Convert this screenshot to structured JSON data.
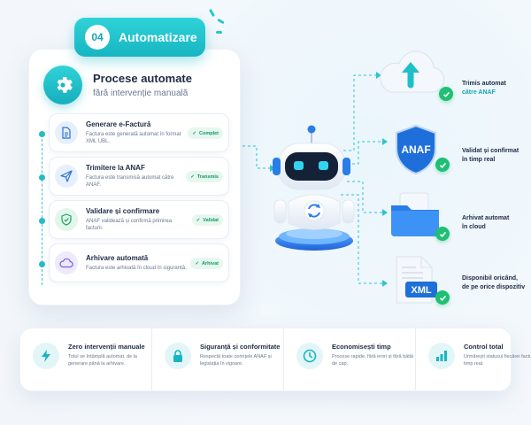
{
  "header": {
    "number": "04",
    "title": "Automatizare"
  },
  "card": {
    "title": "Procese automate",
    "subtitle": "fără intervenție manuală",
    "steps": [
      {
        "title": "Generare e-Factură",
        "desc": "Factura este generată automat în format XML UBL.",
        "badge": "Complet",
        "icon": "document-icon"
      },
      {
        "title": "Trimitere la ANAF",
        "desc": "Factura este transmisă automat către ANAF.",
        "badge": "Transmis",
        "icon": "send-icon"
      },
      {
        "title": "Validare și confirmare",
        "desc": "ANAF validează și confirmă primirea facturii.",
        "badge": "Validat",
        "icon": "shield-check-icon"
      },
      {
        "title": "Arhivare automată",
        "desc": "Factura este arhivată în cloud în siguranță.",
        "badge": "Arhivat",
        "icon": "cloud-icon"
      }
    ]
  },
  "right": [
    {
      "line1": "Trimis automat",
      "line2": "către ANAF",
      "icon": "cloud-upload-icon"
    },
    {
      "line1": "Validat și confirmat",
      "line2": "în timp real",
      "icon": "anaf-shield-icon",
      "shield_text": "ANAF"
    },
    {
      "line1": "Arhivat automat",
      "line2": "în cloud",
      "icon": "folder-icon"
    },
    {
      "line1": "Disponibil oricând,",
      "line2": "de pe orice dispozitiv",
      "icon": "xml-file-icon",
      "file_text": "XML"
    }
  ],
  "features": [
    {
      "title": "Zero intervenții manuale",
      "desc": "Totul se întâmplă automat, de la generare până la arhivare.",
      "icon": "lightning-icon"
    },
    {
      "title": "Siguranță și conformitate",
      "desc": "Respectă toate cerințele ANAF și legislația în vigoare.",
      "icon": "lock-icon"
    },
    {
      "title": "Economisești timp",
      "desc": "Procese rapide, fără erori și fără bătăi de cap.",
      "icon": "clock-icon"
    },
    {
      "title": "Control total",
      "desc": "Urmărești statusul fiecărei facturi în timp real.",
      "icon": "bar-chart-icon"
    }
  ],
  "colors": {
    "accent": "#17b5c2",
    "success": "#1fbf74",
    "primary_blue": "#1e6fd9",
    "text": "#1d2b45"
  }
}
